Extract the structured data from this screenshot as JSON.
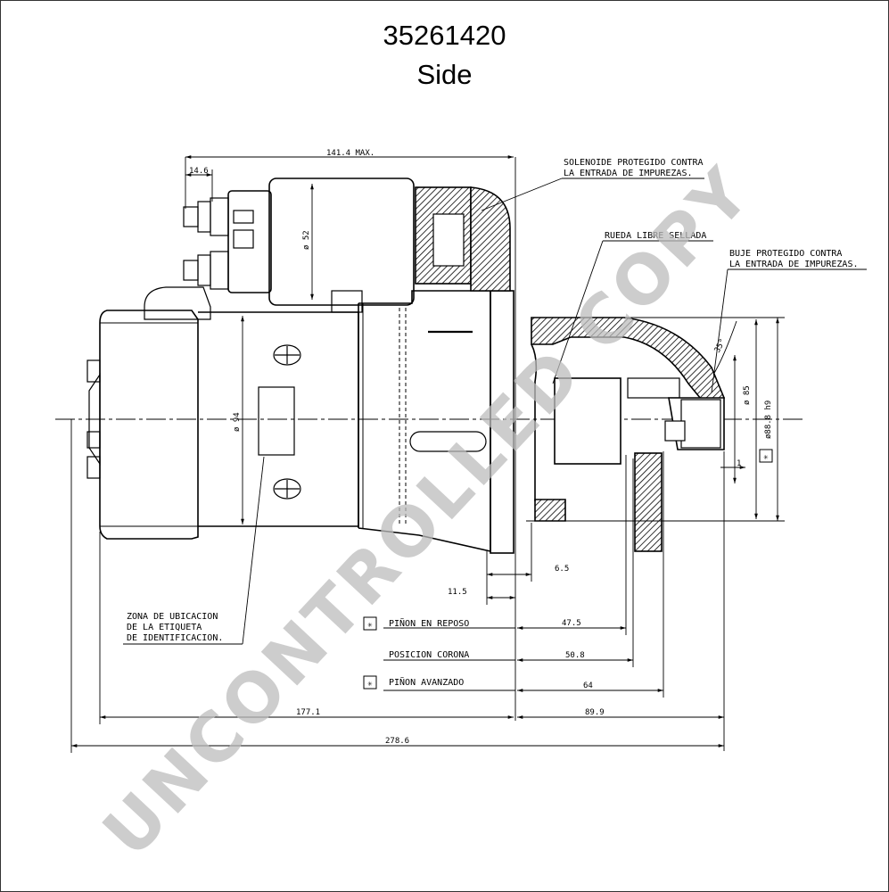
{
  "title": "35261420",
  "subtitle": "Side",
  "watermark": "UNCONTROLLED COPY",
  "dimensions": {
    "max_length": "141.4 MAX.",
    "terminal_offset": "14.6",
    "solenoid_dia": "ø 52",
    "motor_dia": "ø 94",
    "flange_dia": "ø 85",
    "pilot_dia": "ø88.8 h9",
    "angle": "35°",
    "gap": "1",
    "offset_a": "6.5",
    "offset_b": "11.5",
    "pinion_rest": "47.5",
    "ring_position": "50.8",
    "pinion_advanced": "64",
    "rear_length": "177.1",
    "front_length": "89.9",
    "total_length": "278.6"
  },
  "notes": {
    "solenoid_1": "SOLENOIDE PROTEGIDO CONTRA",
    "solenoid_2": "LA ENTRADA DE IMPUREZAS.",
    "wheel": "RUEDA LIBRE SELLADA",
    "bushing_1": "BUJE PROTEGIDO CONTRA",
    "bushing_2": "LA ENTRADA DE IMPUREZAS.",
    "label_zone_1": "ZONA DE UBICACION",
    "label_zone_2": "DE LA ETIQUETA",
    "label_zone_3": "DE IDENTIFICACION.",
    "pinion_rest": "PIÑON EN REPOSO",
    "ring_position": "POSICION CORONA",
    "pinion_advanced": "PIÑON AVANZADO"
  }
}
